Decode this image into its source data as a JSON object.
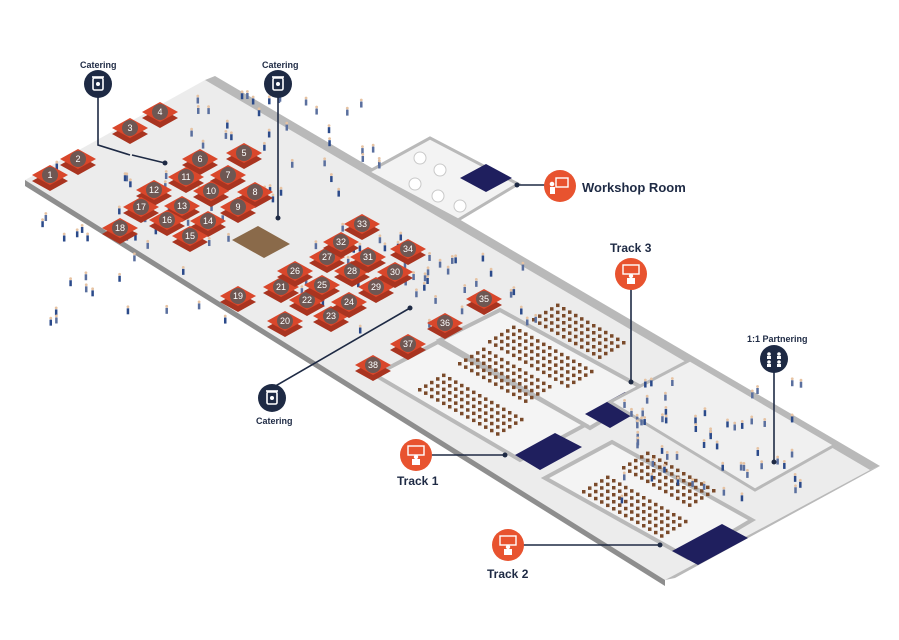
{
  "colors": {
    "floor": "#ececec",
    "wall": "#b9b9b9",
    "wall_dark": "#8e8e8e",
    "booth": "#d9472b",
    "booth_dark": "#a93420",
    "booth_num": "#5a5a5a",
    "stage": "#1f1f5e",
    "navy": "#1e2a44",
    "accent": "#e8532f",
    "chair": "#7a4a2a"
  },
  "labels": {
    "catering_1": "Catering",
    "catering_2": "Catering",
    "catering_3": "Catering",
    "workshop_room": "Workshop Room",
    "track_1": "Track 1",
    "track_2": "Track 2",
    "track_3": "Track 3",
    "partnering": "1:1 Partnering"
  },
  "icons": {
    "catering": "coffee-cup-icon",
    "workshop": "presenter-board-icon",
    "track": "speaker-podium-icon",
    "partnering": "meeting-group-icon"
  },
  "booths": [
    "1",
    "2",
    "3",
    "4",
    "5",
    "6",
    "7",
    "8",
    "9",
    "10",
    "11",
    "12",
    "13",
    "14",
    "15",
    "16",
    "17",
    "18",
    "19",
    "20",
    "21",
    "22",
    "23",
    "24",
    "25",
    "26",
    "27",
    "28",
    "29",
    "30",
    "31",
    "32",
    "33",
    "34",
    "35",
    "36",
    "37",
    "38"
  ]
}
